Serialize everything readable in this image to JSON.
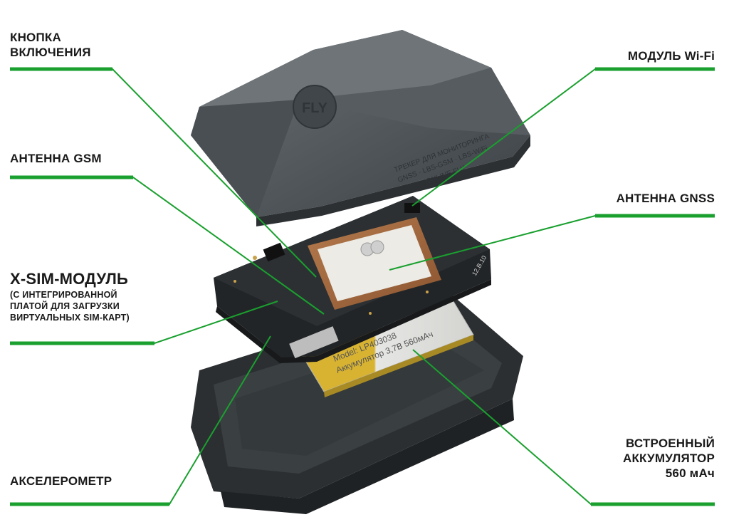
{
  "colors": {
    "accent": "#1aa02f",
    "text": "#1a1a1a",
    "case": "#3d4347",
    "board": "#26292b",
    "antenna_ceramic": "#a5683f",
    "battery_yellow": "#d8b332"
  },
  "device": {
    "logo_icon": "logo-icon",
    "case_lettering": [
      "ТРЕКЕР ДЛЯ МОНИТОРИНГА",
      "GNSS · LBS-GSM · LBS-WiFi",
      "ONLINE FLY"
    ],
    "board_marking": "12.B.10",
    "battery_model": "Model: LP403038",
    "battery_spec": "Аккумулятор 3,7В 560мАч"
  },
  "callouts": {
    "power_button": "КНОПКА\nВКЛЮЧЕНИЯ",
    "gsm_antenna": "АНТЕННА GSM",
    "xsim_title": "X-SIM-МОДУЛЬ",
    "xsim_subtitle": "(С ИНТЕГРИРОВАННОЙ\nПЛАТОЙ ДЛЯ ЗАГРУЗКИ\nВИРТУАЛЬНЫХ SIM-КАРТ)",
    "accelerometer": "АКСЕЛЕРОМЕТР",
    "wifi_module": "МОДУЛЬ Wi-Fi",
    "gnss_antenna": "АНТЕННА GNSS",
    "battery": "ВСТРОЕННЫЙ\nАККУМУЛЯТОР\n560 мАч"
  }
}
